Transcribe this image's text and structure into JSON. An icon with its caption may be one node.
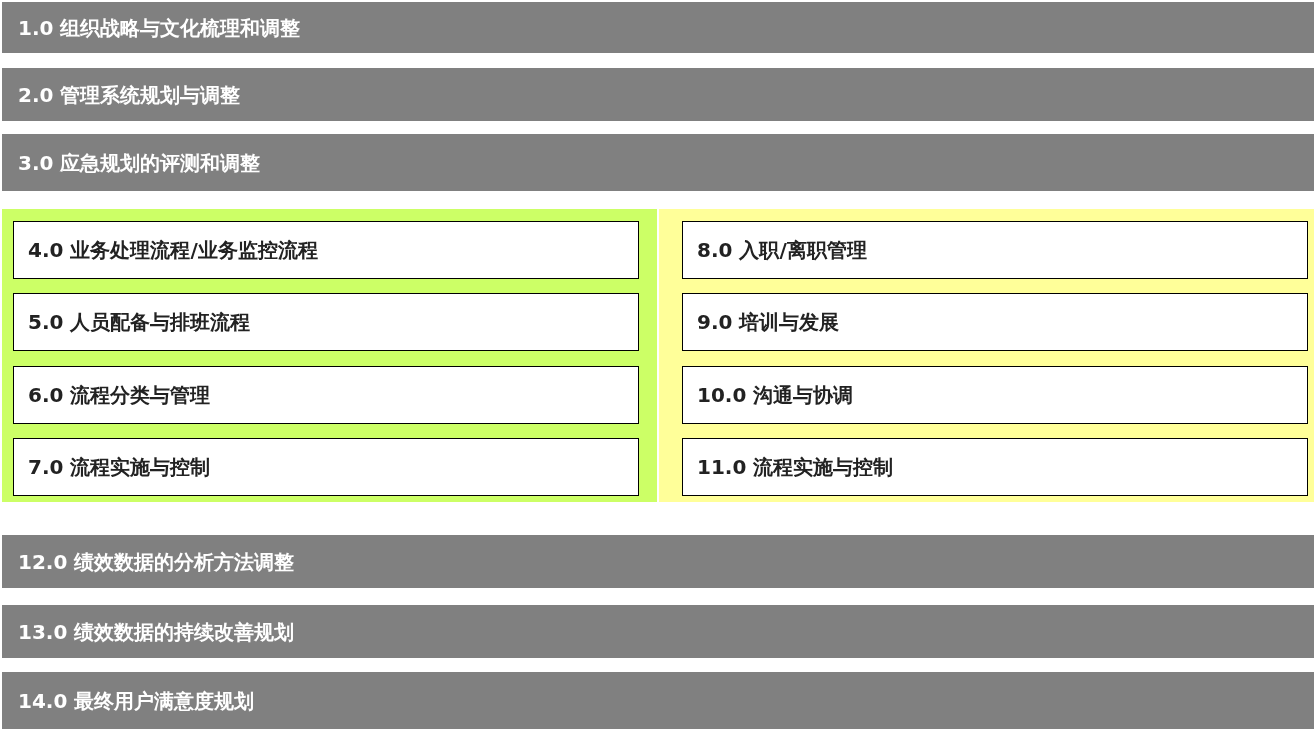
{
  "diagram": {
    "nodes": [
      {
        "text": [
          "1.0 组织战略与文化梳理和调整"
        ]
      },
      {
        "text": [
          "2.0 管理系统规划与调整"
        ]
      },
      {
        "text": [
          "3.0 应急规划的评测和调整"
        ]
      },
      {
        "text": [],
        "shape": "box"
      },
      {
        "text": [
          "4.0 业务处理流程/业务监控流程"
        ],
        "in": 3
      },
      {
        "text": [
          "5.0 人员配备与排班流程"
        ],
        "in": 3
      },
      {
        "text": [
          "6.0 流程分类与管理"
        ],
        "in": 3
      },
      {
        "text": [
          "7.0 流程实施与控制"
        ],
        "in": 3
      },
      {
        "text": [],
        "shape": "box"
      },
      {
        "text": [
          "8.0 入职/离职管理"
        ],
        "in": 8
      },
      {
        "text": [
          "9.0 培训与发展"
        ],
        "in": 8
      },
      {
        "text": [
          "10.0 沟通与协调"
        ],
        "in": 8
      },
      {
        "text": [
          "11.0 流程实施与控制"
        ],
        "in": 8
      },
      {
        "text": [
          "12.0 绩效数据的分析方法调整"
        ]
      },
      {
        "text": [
          "13.0 绩效数据的持续改善规划"
        ]
      },
      {
        "text": [
          "14.0 最终用户满意度规划"
        ]
      }
    ]
  }
}
